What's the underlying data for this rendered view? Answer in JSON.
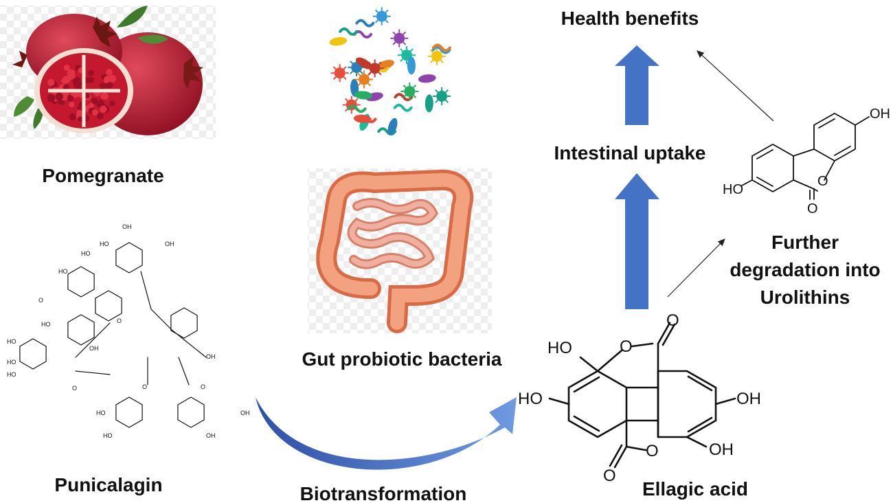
{
  "labels": {
    "pomegranate": "Pomegranate",
    "punicalagin": "Punicalagin",
    "gut_bacteria": "Gut probiotic bacteria",
    "biotransformation": "Biotransformation",
    "ellagic_acid": "Ellagic acid",
    "intestinal_uptake": "Intestinal uptake",
    "health_benefits": "Health benefits",
    "further_degradation_line1": "Further",
    "further_degradation_line2": "degradation into",
    "further_degradation_line3": "Urolithins"
  },
  "ellagic_acid_groups": {
    "oh_top_left": "HO",
    "oh_mid_left": "HO",
    "oh_mid_right": "OH",
    "oh_bottom_right": "OH",
    "o_ring_top": "O",
    "o_ring_bottom": "O",
    "o_carbonyl_top": "O",
    "o_carbonyl_bottom": "O"
  },
  "urolithin_groups": {
    "oh_right": "OH",
    "ho_left": "HO",
    "o_ring": "O",
    "o_carbonyl": "O"
  },
  "punicalagin_groups": {
    "oh": "OH",
    "ho": "HO",
    "o": "O"
  },
  "colors": {
    "arrow_blue": "#4472c4",
    "curved_arrow_dark": "#2e4fa6",
    "curved_arrow_light": "#6f9ae0",
    "pomegranate_red": "#b3142a",
    "intestine_orange": "#e8855f",
    "text": "#111111"
  },
  "icons": {
    "pomegranate": "pomegranate-image",
    "bacteria": "bacteria-cluster-image",
    "intestine": "intestine-image"
  }
}
